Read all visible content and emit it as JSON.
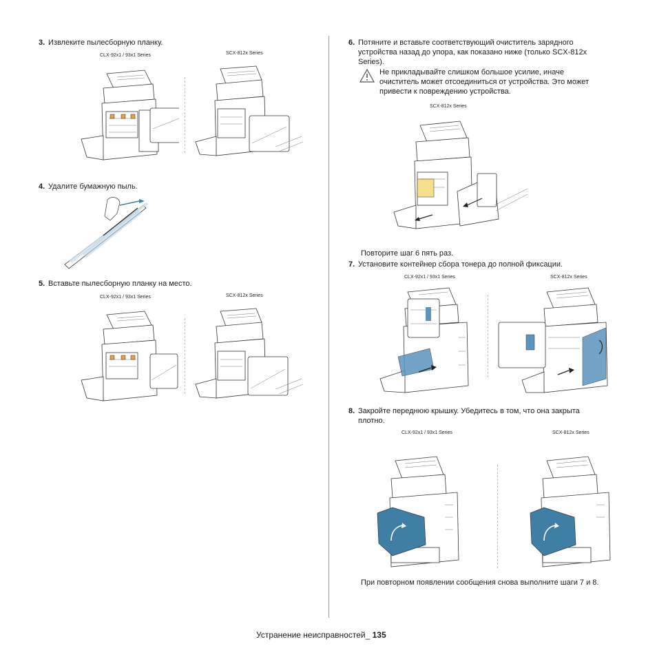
{
  "steps": {
    "s3": {
      "num": "3.",
      "text": "Извлеките пылесборную планку."
    },
    "s4": {
      "num": "4.",
      "text": "Удалите бумажную пыль."
    },
    "s5": {
      "num": "5.",
      "text": "Вставьте пылесборную планку на место."
    },
    "s6": {
      "num": "6.",
      "line1": "Потяните и вставьте соответствующий очиститель зарядного",
      "line2": "устройства назад до упора, как показано ниже (только SCX-812x",
      "line3": "Series)."
    },
    "s7": {
      "num": "7.",
      "text": "Установите контейнер сбора тонера до полной фиксации."
    },
    "s8": {
      "num": "8.",
      "line1": "Закройте переднюю крышку. Убедитесь в том, что она закрыта",
      "line2": "плотно."
    }
  },
  "warning": {
    "icon": "warning-triangle-icon",
    "line1": "Не прикладывайте слишком большое усилие, иначе",
    "line2": "очиститель может отсоединиться от устройства. Это может",
    "line3": "привести к повреждению устройства."
  },
  "notes": {
    "repeat_step6": "Повторите шаг 6 пять раз.",
    "repeat_7_8": "При повторном появлении сообщения снова выполните шаги 7 и 8."
  },
  "captions": {
    "clx": "CLX-92x1 / 93x1 Series",
    "scx": "SCX-812x Series"
  },
  "footer": {
    "section": "Устранение неисправностей_",
    "page": "135"
  },
  "colors": {
    "accent_blue": "#3f7fa6",
    "warning_outline": "#555555"
  }
}
